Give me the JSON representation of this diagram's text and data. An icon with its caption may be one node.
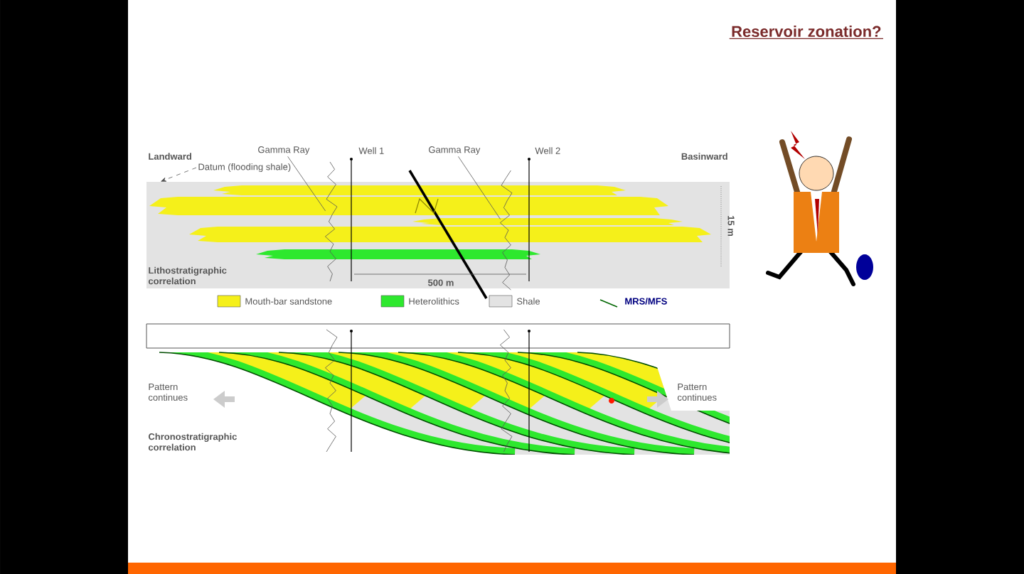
{
  "diagram": {
    "title": "Reservoir zonation?",
    "nodes": [
      {
        "text": [
          "Datum (flooding shale)"
        ]
      },
      {
        "text": [
          "Gamma Ray"
        ]
      },
      {
        "text": [
          "Gamma Ray"
        ]
      },
      {
        "text": [],
        "shape": "picture"
      },
      {
        "text": [],
        "shape": "picture"
      },
      {
        "text": [],
        "shape": "box"
      }
    ],
    "edges": [
      {
        "from": 0,
        "to": 5,
        "arrow": "to",
        "style": "dashed"
      },
      {
        "from": 1,
        "to": 3,
        "arrow": "none"
      },
      {
        "from": 2,
        "to": 4,
        "arrow": "none"
      }
    ],
    "labels": [
      "Landward",
      "Well 1",
      "Well 2",
      "Basinward",
      "15 m",
      "Lithostratigraphic correlation",
      "500 m",
      "Pattern continues",
      "Pattern continues",
      "Chronostratigraphic correlation"
    ],
    "legend": [
      {
        "text": "Mouth-bar sandstone",
        "color": "#f5f01a"
      },
      {
        "text": "Heterolithics",
        "color": "#2ee82e"
      },
      {
        "text": "Shale",
        "color": "#e3e3e3"
      },
      {
        "text": "MRS/MFS"
      }
    ]
  }
}
